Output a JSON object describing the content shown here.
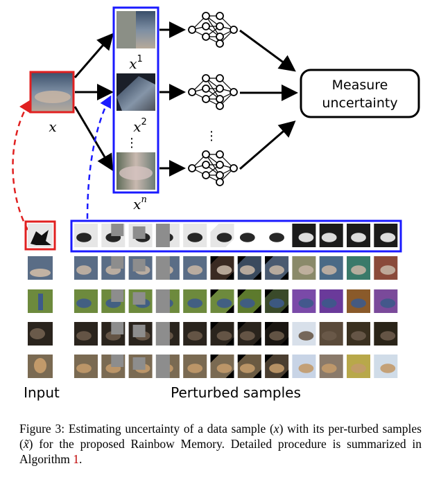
{
  "figure": {
    "input_label": "x",
    "sample_labels": [
      {
        "base": "x",
        "sup": "1"
      },
      {
        "base": "x",
        "sup": "2"
      },
      {
        "base": "x",
        "sup": "n"
      }
    ],
    "vertical_ellipsis": "⋮",
    "measure_box": {
      "line1": "Measure",
      "line2": "uncertainty"
    },
    "bottom_labels": {
      "input": "Input",
      "perturbed": "Perturbed samples"
    },
    "colors": {
      "highlight_red": "#e02020",
      "highlight_blue": "#1a1aff"
    }
  },
  "caption": {
    "label": "Figure 3:",
    "part1": " Estimating uncertainty of a data sample (",
    "var_x": "x",
    "part2": ") with its per-turbed samples (",
    "var_xt": "x̃",
    "part3": ") for the proposed Rainbow Memory. Detailed procedure is summarized in Algorithm ",
    "ref": "1",
    "part4": "."
  }
}
